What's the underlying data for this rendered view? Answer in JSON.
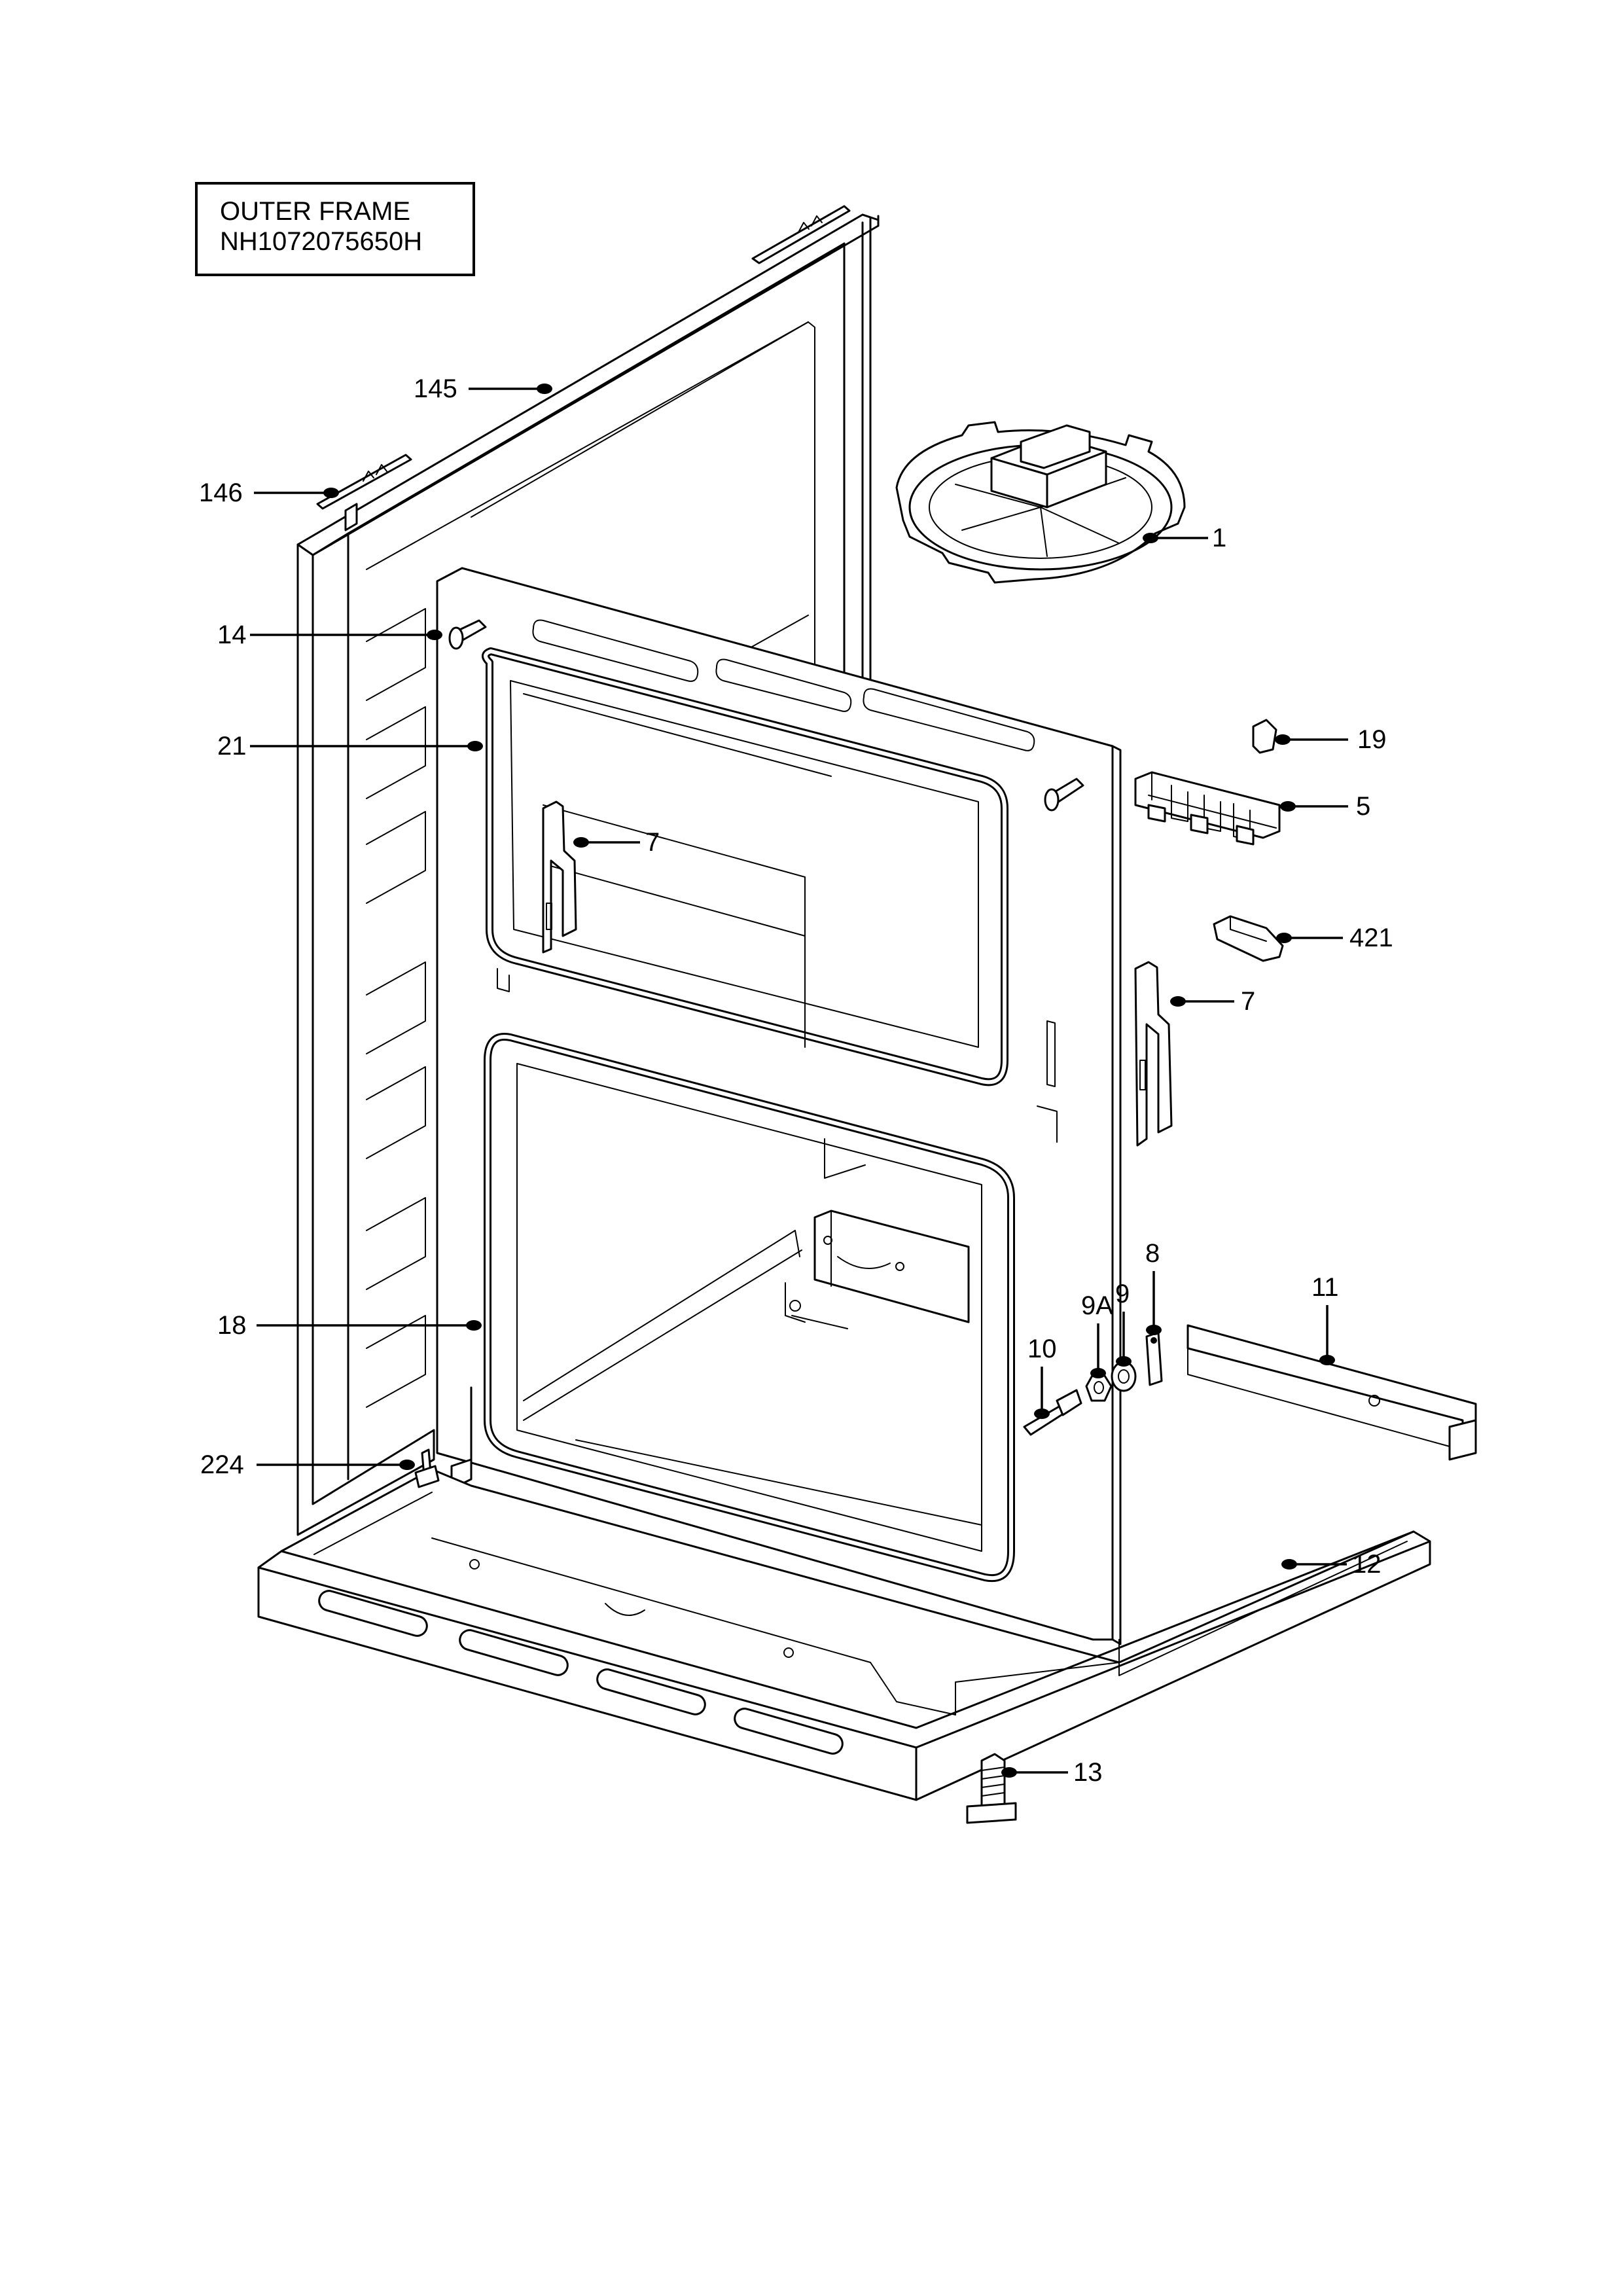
{
  "title": {
    "line1": "OUTER FRAME",
    "line2": "NH1072075650H"
  },
  "callouts": [
    {
      "id": "145",
      "label": "145"
    },
    {
      "id": "146",
      "label": "146"
    },
    {
      "id": "1",
      "label": "1"
    },
    {
      "id": "14",
      "label": "14"
    },
    {
      "id": "21",
      "label": "21"
    },
    {
      "id": "7a",
      "label": "7"
    },
    {
      "id": "19",
      "label": "19"
    },
    {
      "id": "5",
      "label": "5"
    },
    {
      "id": "421",
      "label": "421"
    },
    {
      "id": "7b",
      "label": "7"
    },
    {
      "id": "8",
      "label": "8"
    },
    {
      "id": "9",
      "label": "9"
    },
    {
      "id": "9A",
      "label": "9A"
    },
    {
      "id": "10",
      "label": "10"
    },
    {
      "id": "11",
      "label": "11"
    },
    {
      "id": "18",
      "label": "18"
    },
    {
      "id": "224",
      "label": "224"
    },
    {
      "id": "12",
      "label": "12"
    },
    {
      "id": "13",
      "label": "13"
    }
  ]
}
